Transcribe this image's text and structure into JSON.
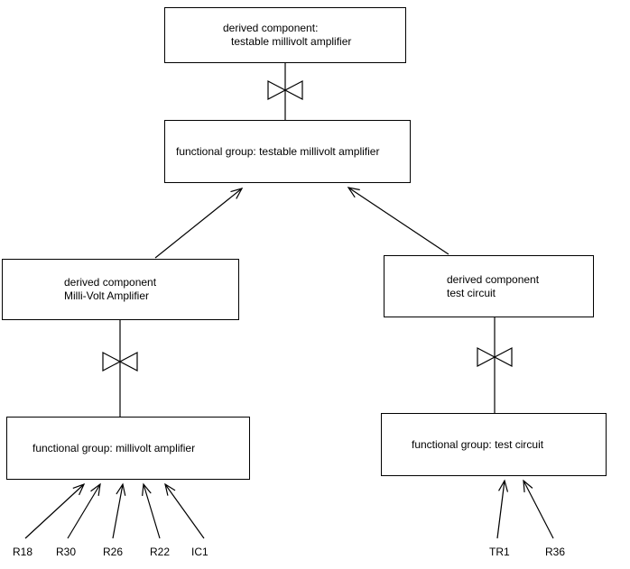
{
  "diagram": {
    "title": "component hierarchy diagram",
    "colors": {
      "line": "#000000",
      "background": "#ffffff",
      "box_fill": "#ffffff"
    },
    "icons": {
      "bowtie": "bowtie-connector",
      "arrowhead": "open-arrowhead"
    },
    "top_box": {
      "line1": "derived component:",
      "line2": "testable millivolt amplifier"
    },
    "root_group_box": {
      "label": "functional group: testable millivolt amplifier"
    },
    "left_component_box": {
      "line1": "derived component",
      "line2": "Milli-Volt Amplifier"
    },
    "right_component_box": {
      "line1": "derived component",
      "line2": "test circuit"
    },
    "left_group_box": {
      "label": "functional group: millivolt amplifier"
    },
    "right_group_box": {
      "label": "functional group: test circuit"
    },
    "left_leaves": [
      {
        "label": "R18"
      },
      {
        "label": "R30"
      },
      {
        "label": "R26"
      },
      {
        "label": "R22"
      },
      {
        "label": "IC1"
      }
    ],
    "right_leaves": [
      {
        "label": "TR1"
      },
      {
        "label": "R36"
      }
    ]
  }
}
